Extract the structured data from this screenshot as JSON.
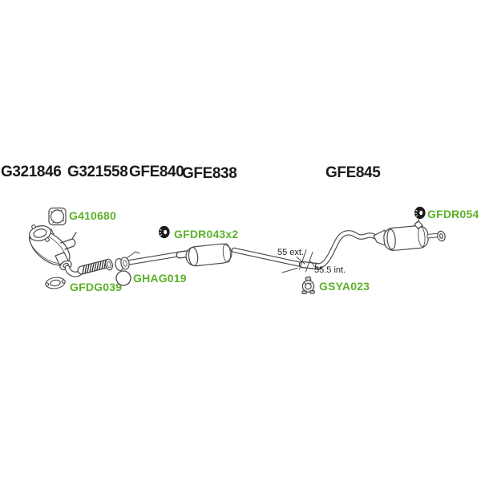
{
  "page": {
    "background": "#ffffff"
  },
  "colors": {
    "link_green": "#5db12a",
    "line": "#4a4a4a",
    "heading": "#1a1a1a",
    "dimension": "#222222"
  },
  "heading_part_numbers": [
    "G321846",
    "G321558",
    "GFE840",
    "GFE838",
    "GFE845"
  ],
  "part_links": [
    {
      "label": "G410680",
      "icon": "flange-gasket-icon"
    },
    {
      "label": "GFDR043x2",
      "icon": "rubber-mount-icon"
    },
    {
      "label": "GFDR054",
      "icon": "rubber-mount-icon"
    },
    {
      "label": "GFDG039",
      "icon": "oval-gasket-icon"
    },
    {
      "label": "GHAG019",
      "icon": "hanger-ring-icon"
    },
    {
      "label": "GSYA023",
      "icon": "exhaust-clamp-icon"
    }
  ],
  "dimension_notes": [
    {
      "text": "55 ext."
    },
    {
      "text": "55.5 int."
    }
  ]
}
